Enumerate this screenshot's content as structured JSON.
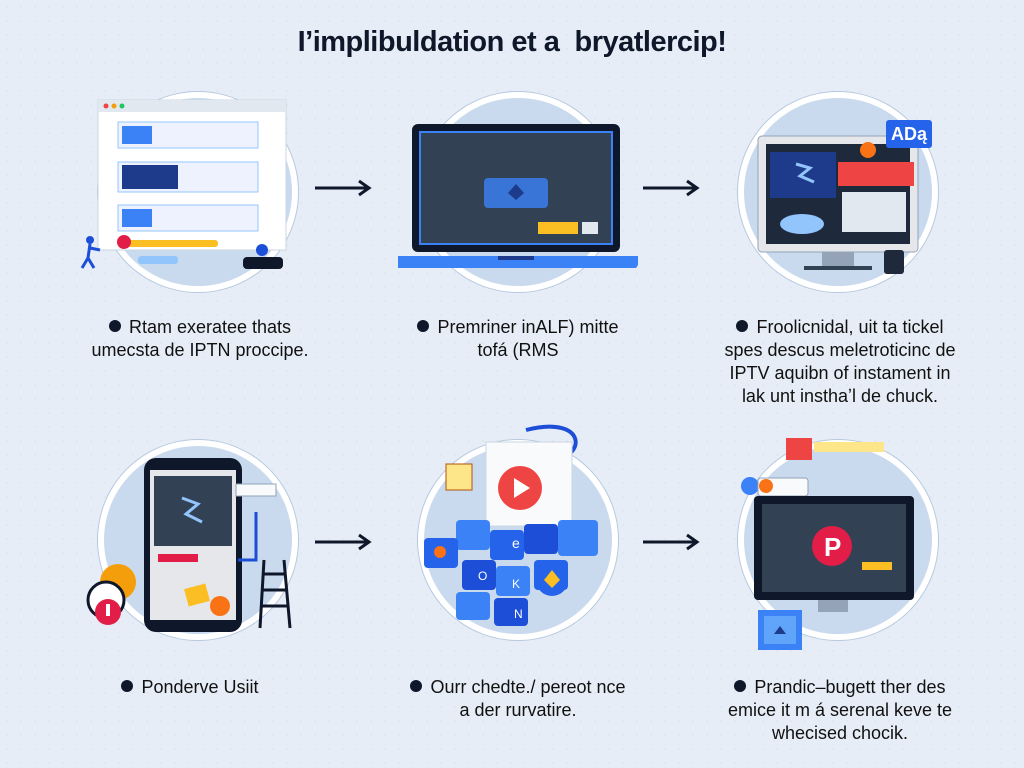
{
  "title": "I’implibuldation et a  bryatlercip!",
  "steps": [
    {
      "lines": [
        "Rtam exeratee thats",
        "umecsta de IPTN proccipe."
      ],
      "icon": "browser-window-icon"
    },
    {
      "lines": [
        "Premriner inALF) mitte",
        "tofá (RMS"
      ],
      "icon": "laptop-icon"
    },
    {
      "lines": [
        "Froolicnidal, uit ta tickel",
        "spes descus meletroticinc de",
        "IPTV aquibn of instament in",
        "lak unt insthaʼl de chuck."
      ],
      "icon": "monitor-ad-icon"
    },
    {
      "lines": [
        "Ponderve Usiit"
      ],
      "icon": "smartphone-icon"
    },
    {
      "lines": [
        "Ourr chedte./ pereot nce",
        "a der rurvatire."
      ],
      "icon": "app-cluster-icon"
    },
    {
      "lines": [
        "Prandic–bugett ther des",
        "emice it m á serenal keve te",
        "whecised chocik."
      ],
      "icon": "tv-play-icon"
    }
  ],
  "badge": "ADą",
  "colors": {
    "accent": "#2563eb",
    "red": "#e11d48",
    "navy": "#0f172a"
  }
}
